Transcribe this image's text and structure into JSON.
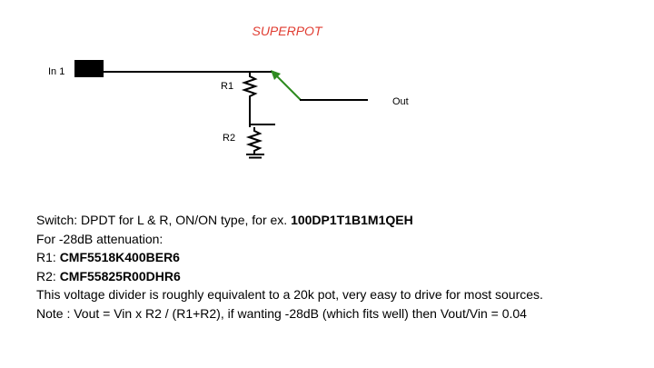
{
  "title": "SUPERPOT",
  "labels": {
    "input": "In 1",
    "output": "Out",
    "r1": "R1",
    "r2": "R2"
  },
  "colors": {
    "title": "#e03c31",
    "switch_arm": "#2e8b1f",
    "wire": "#000000"
  },
  "notes": {
    "switch_prefix": "Switch: DPDT for L & R, ON/ON type, for ex. ",
    "switch_part": "100DP1T1B1M1QEH",
    "attenuation": "For -28dB attenuation:",
    "r1_prefix": "R1: ",
    "r1_part": "CMF5518K400BER6",
    "r2_prefix": "R2: ",
    "r2_part": "CMF55825R00DHR6",
    "equivalence": "This voltage divider is roughly equivalent to a 20k pot, very easy to drive for most sources.",
    "formula": "Note : Vout = Vin x R2 / (R1+R2), if wanting -28dB (which fits well) then Vout/Vin = 0.04"
  }
}
